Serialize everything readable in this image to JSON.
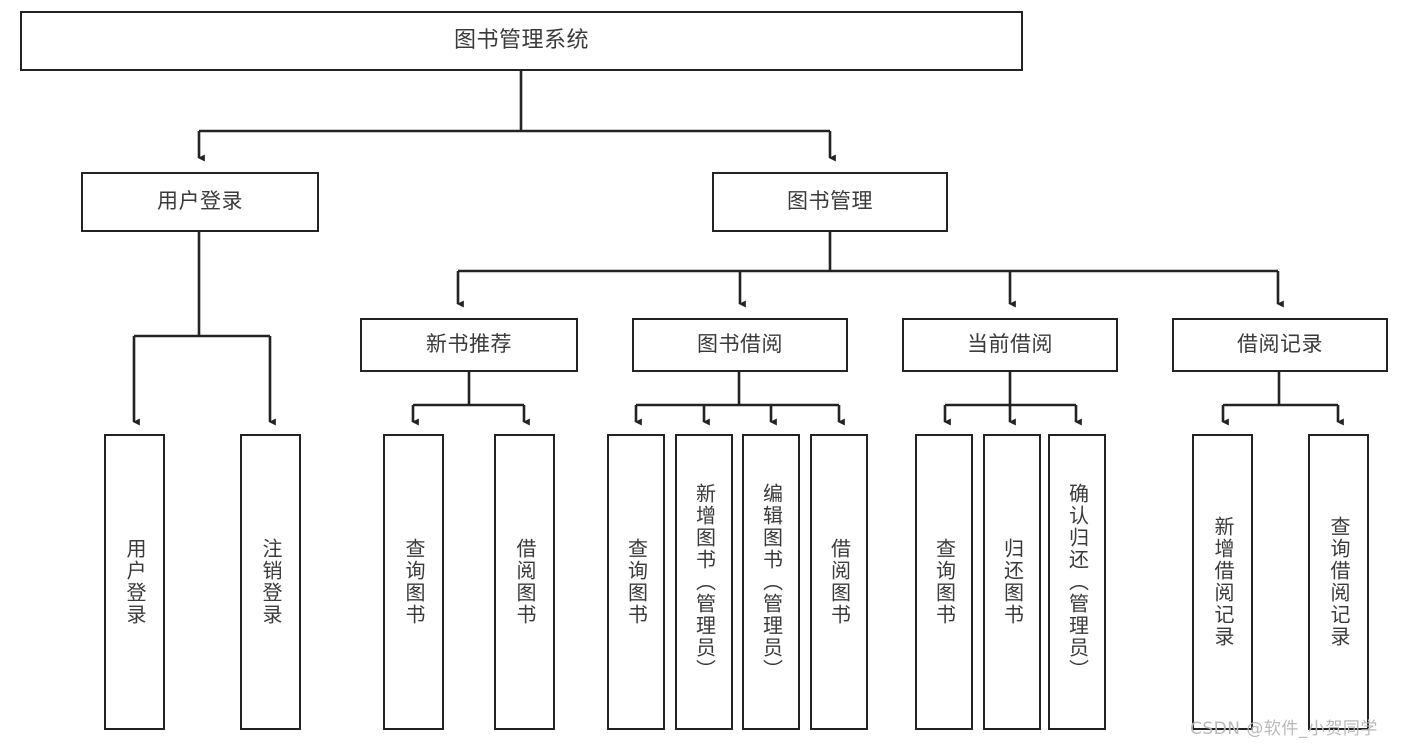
{
  "diagram": {
    "title_node": "图书管理系统",
    "watermark": "CSDN @软件_小贺同学",
    "style": {
      "stroke": "#232323",
      "fill": "#ffffff",
      "text": "#3a3a3a",
      "watermark_color": "#b9b9b9"
    },
    "nodes": {
      "root": "图书管理系统",
      "user_login": "用户登录",
      "book_management": "图书管理",
      "new_book_recommend": "新书推荐",
      "book_borrow": "图书借阅",
      "current_borrow": "当前借阅",
      "borrow_record": "借阅记录",
      "leaf_user_login": "用户登录",
      "leaf_logout_login": "注销登录",
      "leaf_query_book_1": "查询图书",
      "leaf_borrow_book_1": "借阅图书",
      "leaf_query_book_2": "查询图书",
      "leaf_add_book_admin": "新增图书（管理员）",
      "leaf_edit_book_admin": "编辑图书（管理员）",
      "leaf_borrow_book_2": "借阅图书",
      "leaf_query_book_3": "查询图书",
      "leaf_return_book": "归还图书",
      "leaf_confirm_return_admin": "确认归还（管理员）",
      "leaf_add_borrow_record": "新增借阅记录",
      "leaf_query_borrow_record": "查询借阅记录"
    }
  }
}
